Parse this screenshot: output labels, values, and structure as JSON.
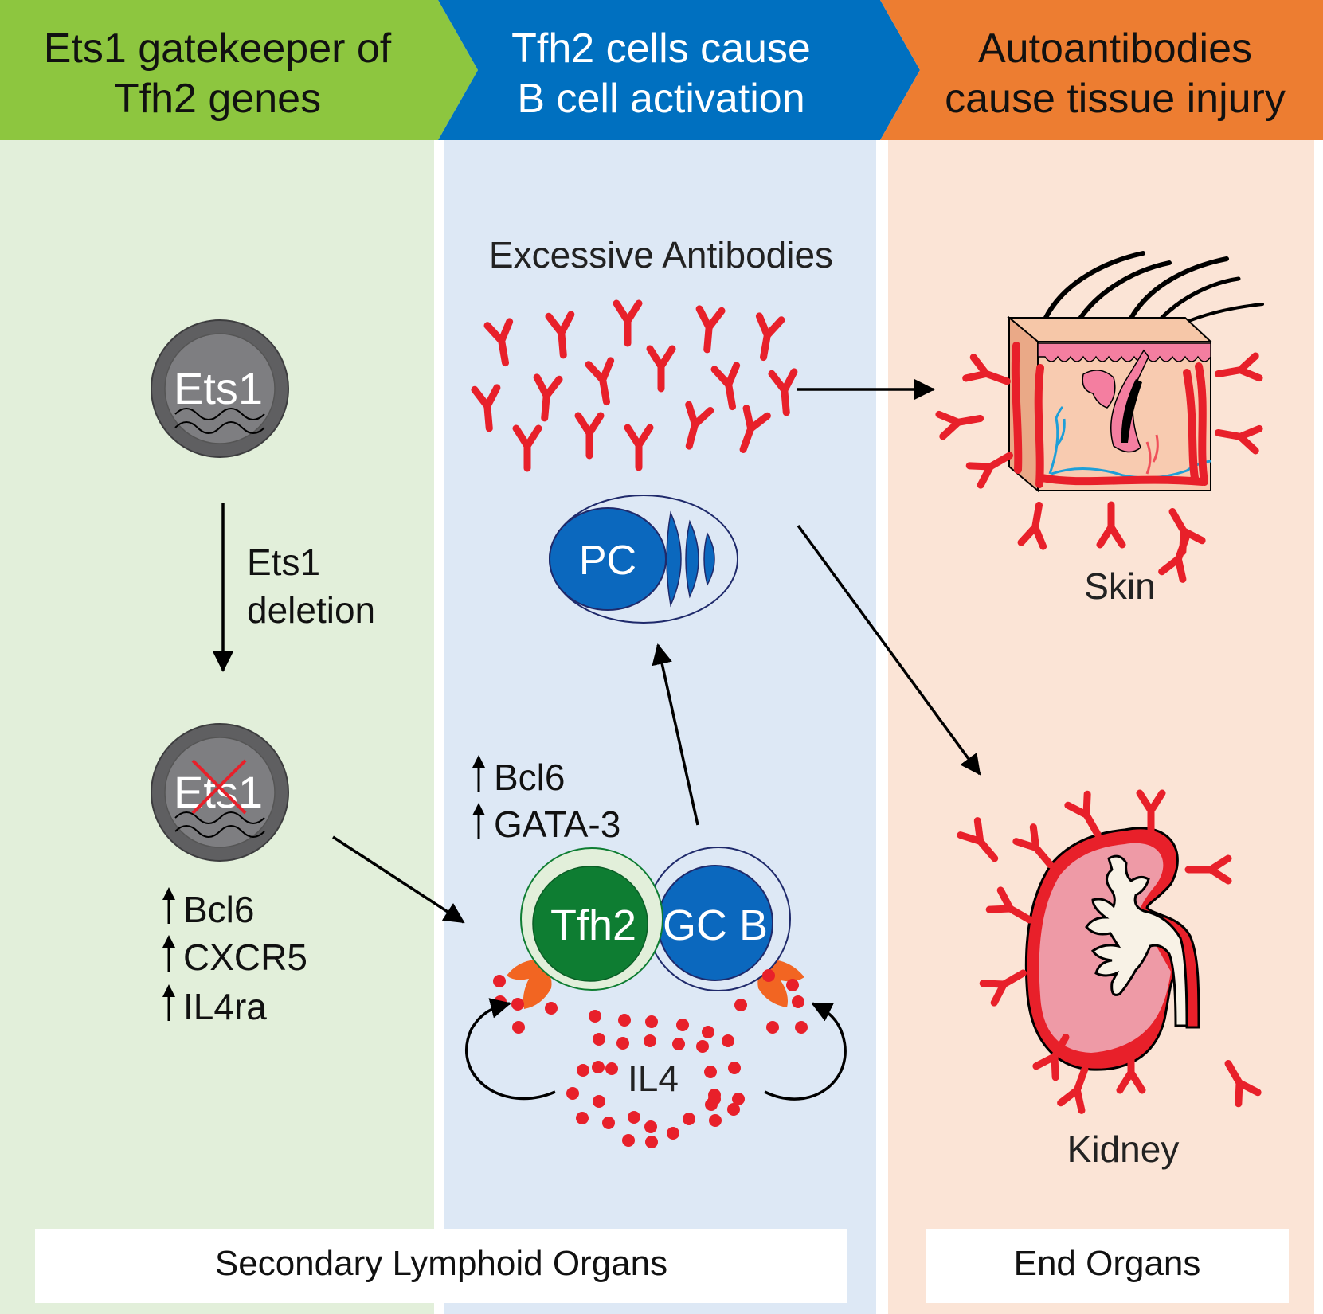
{
  "header": {
    "steps": [
      {
        "line1": "Ets1 gatekeeper of",
        "line2": "Tfh2 genes",
        "color": "#8dc63f",
        "text_color": "#111111"
      },
      {
        "line1": "Tfh2 cells cause",
        "line2": "B cell activation",
        "color": "#0070c0",
        "text_color": "#ffffff"
      },
      {
        "line1": "Autoantibodies",
        "line2": "cause tissue injury",
        "color": "#ed7d31",
        "text_color": "#111111"
      }
    ]
  },
  "panels": {
    "left_bg": "#e2efda",
    "middle_bg": "#dde8f5",
    "right_bg": "#fbe4d6"
  },
  "left": {
    "cell_top_label": "Ets1",
    "deletion_line1": "Ets1",
    "deletion_line2": "deletion",
    "cell_bottom_label": "Ets1",
    "upregulated": [
      "Bcl6",
      "CXCR5",
      "IL4ra"
    ]
  },
  "middle": {
    "antibodies_title": "Excessive Antibodies",
    "pc_label": "PC",
    "upregulated": [
      "Bcl6",
      "GATA-3"
    ],
    "tfh2_label": "Tfh2",
    "gcb_label": "GC B",
    "cytokine_label": "IL4"
  },
  "right": {
    "skin_label": "Skin",
    "kidney_label": "Kidney"
  },
  "footer": {
    "left_label": "Secondary Lymphoid Organs",
    "right_label": "End Organs"
  },
  "colors": {
    "antibody": "#e8202a",
    "tfh2": "#0e7d32",
    "tfh2_outer": "#e2efda",
    "gcb": "#0b68be",
    "receptor": "#f26522",
    "cell_grey_outer": "#5f5f61",
    "cell_grey_inner": "#7e7e81"
  }
}
